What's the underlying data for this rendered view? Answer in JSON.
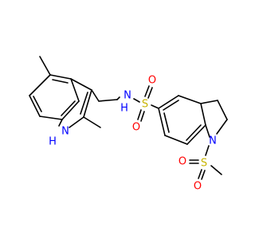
{
  "molecule": {
    "atoms": {
      "indole_nh_n": "N",
      "indole_nh_h": "H",
      "sulfonamide_n": "N",
      "sulfonamide_h": "H",
      "sulfonamide_s": "S",
      "sulfonamide_o_top": "O",
      "sulfonamide_o_bottom": "O",
      "indoline_n": "N",
      "mesyl_s": "S",
      "mesyl_o_left": "O",
      "mesyl_o_bottom": "O"
    },
    "colors": {
      "carbon_bond": "#000000",
      "nitrogen": "#0000ff",
      "oxygen": "#ff0000",
      "sulfur": "#c8b400"
    }
  }
}
